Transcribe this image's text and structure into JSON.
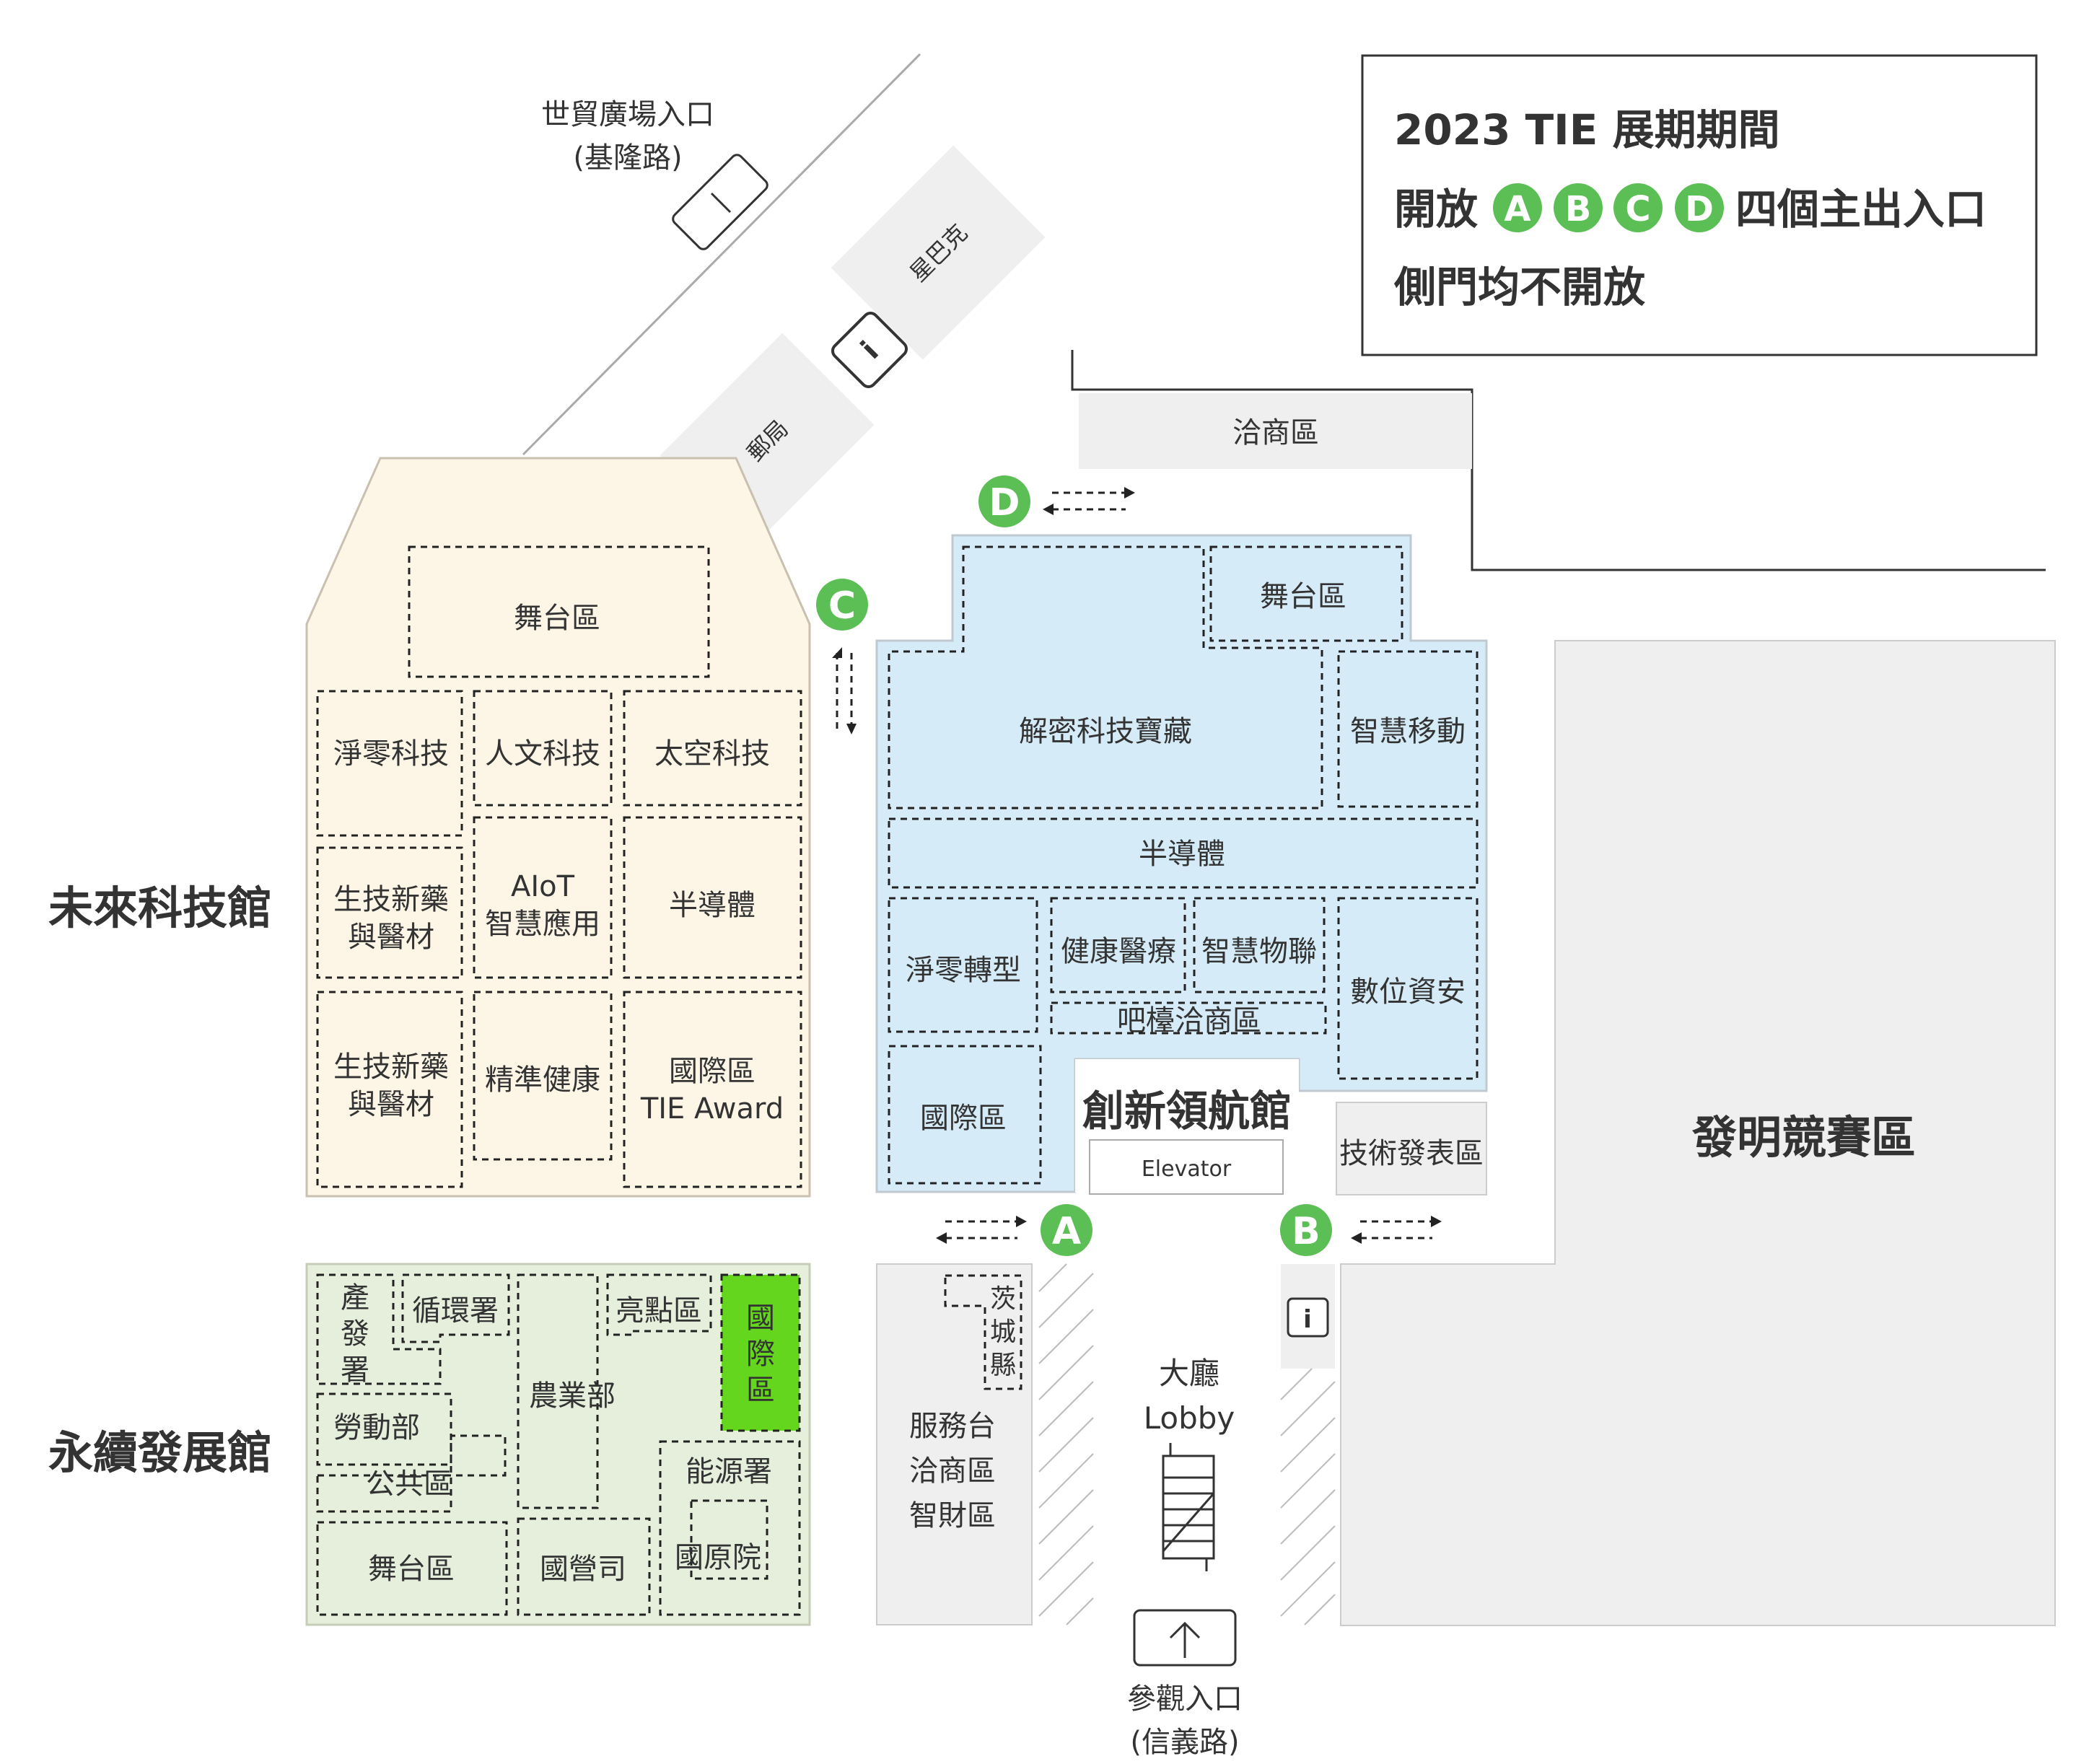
{
  "notice": {
    "line1": "2023 TIE 展期期間",
    "line2_prefix": "開放",
    "gates": [
      "A",
      "B",
      "C",
      "D"
    ],
    "line2_suffix": "四個主出入口",
    "line3": "側門均不開放"
  },
  "entrances": {
    "wtc_line1": "世貿廣場入口",
    "wtc_line2": "(基隆路)",
    "visit_line1": "參觀入口",
    "visit_line2": "(信義路)"
  },
  "landmarks": {
    "starbucks": "星巴克",
    "post_office": "郵局",
    "info_symbol": "i",
    "business_top": "洽商區"
  },
  "halls": {
    "future": {
      "name": "未來科技館",
      "stage": "舞台區",
      "net_zero": "淨零科技",
      "humanities": "人文科技",
      "space": "太空科技",
      "biotech_1_line1": "生技新藥",
      "biotech_1_line2": "與醫材",
      "aiot_line1": "AIoT",
      "aiot_line2": "智慧應用",
      "semiconductor": "半導體",
      "biotech_2_line1": "生技新藥",
      "biotech_2_line2": "與醫材",
      "precision_health": "精準健康",
      "intl_line1": "國際區",
      "intl_line2": "TIE Award"
    },
    "innovation": {
      "name": "創新領航館",
      "stage": "舞台區",
      "decrypt": "解密科技寶藏",
      "mobility": "智慧移動",
      "semiconductor": "半導體",
      "net_zero_transform": "淨零轉型",
      "health_medical": "健康醫療",
      "iot": "智慧物聯",
      "bar_business": "吧檯洽商區",
      "digital_security": "數位資安",
      "intl": "國際區",
      "elevator": "Elevator",
      "tech_release": "技術發表區"
    },
    "sustainable": {
      "name": "永續發展館",
      "industry_dev": [
        "產",
        "發",
        "署"
      ],
      "circular": "循環署",
      "highlight": "亮點區",
      "intl": [
        "國",
        "際",
        "區"
      ],
      "labor": "勞動部",
      "agriculture": "農業部",
      "public": "公共區",
      "energy": "能源署",
      "stage": "舞台區",
      "state_enterprise": "國營司",
      "indigenous": "國原院"
    },
    "invention": {
      "name": "發明競賽區"
    }
  },
  "lobby": {
    "taoyuan": [
      "茨",
      "城",
      "縣"
    ],
    "service_line1": "服務台",
    "service_line2": "洽商區",
    "service_line3": "智財區",
    "hall_zh": "大廳",
    "hall_en": "Lobby"
  },
  "colors": {
    "gate_green": "#5cbf55",
    "future_fill": "#fdf5e6",
    "innovation_fill": "#d5ecf8",
    "sustain_fill": "#e6eedc",
    "sustain_intl_fill": "#65d61e",
    "grey_block": "#efefef"
  }
}
